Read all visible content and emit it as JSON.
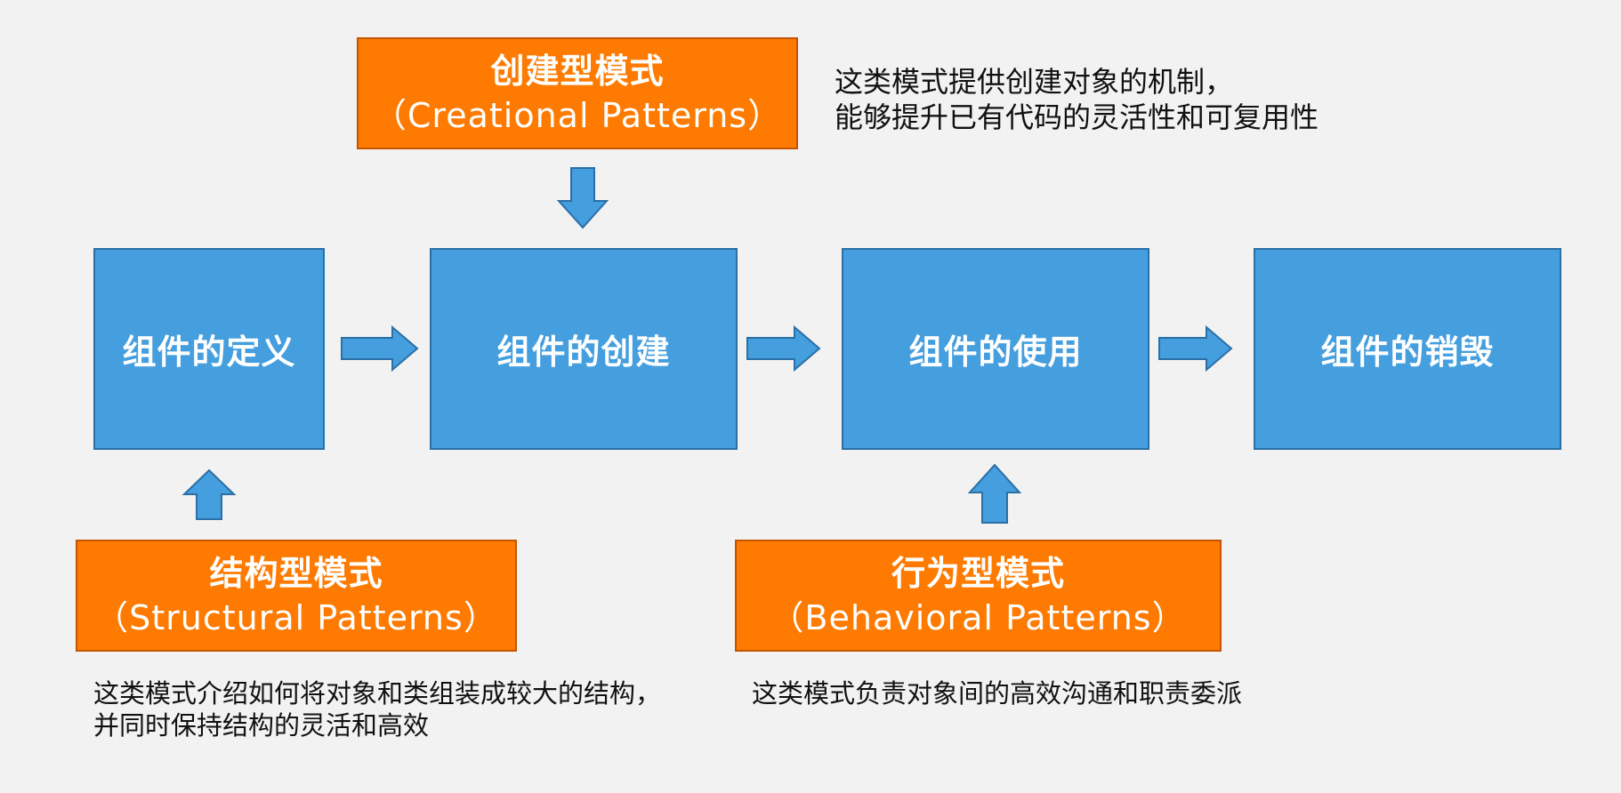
{
  "patterns": {
    "creational": {
      "title_zh": "创建型模式",
      "title_en": "（Creational  Patterns）",
      "desc_line1": "这类模式提供创建对象的机制，",
      "desc_line2": "能够提升已有代码的灵活性和可复用性"
    },
    "structural": {
      "title_zh": "结构型模式",
      "title_en": "（Structural  Patterns）",
      "desc_line1": "这类模式介绍如何将对象和类组装成较大的结构，",
      "desc_line2": "并同时保持结构的灵活和高效"
    },
    "behavioral": {
      "title_zh": "行为型模式",
      "title_en": "（Behavioral  Patterns）",
      "desc_line1": "这类模式负责对象间的高效沟通和职责委派"
    }
  },
  "stages": [
    {
      "label": "组件的定义"
    },
    {
      "label": "组件的创建"
    },
    {
      "label": "组件的使用"
    },
    {
      "label": "组件的销毁"
    }
  ],
  "colors": {
    "orange": "#ff7a00",
    "blue": "#459ede",
    "background": "#f2f2f2"
  }
}
